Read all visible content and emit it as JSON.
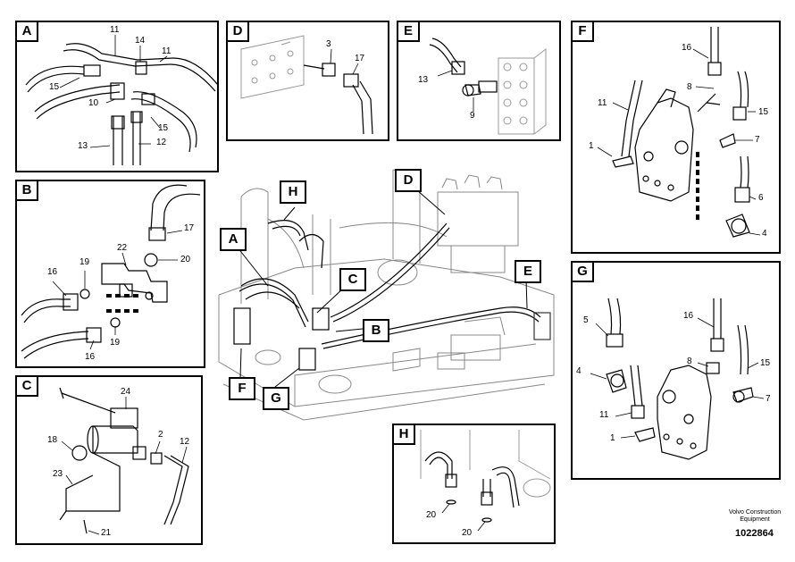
{
  "panels": {
    "A": {
      "tag": "A",
      "labels": [
        "11",
        "14",
        "11",
        "15",
        "10",
        "15",
        "13",
        "12"
      ]
    },
    "B": {
      "tag": "B",
      "labels": [
        "17",
        "22",
        "20",
        "16",
        "19",
        "19",
        "16"
      ]
    },
    "C": {
      "tag": "C",
      "labels": [
        "24",
        "18",
        "2",
        "12",
        "23",
        "21"
      ]
    },
    "D": {
      "tag": "D",
      "labels": [
        "3",
        "17"
      ]
    },
    "E": {
      "tag": "E",
      "labels": [
        "13",
        "9"
      ]
    },
    "F": {
      "tag": "F",
      "labels": [
        "16",
        "8",
        "11",
        "15",
        "1",
        "7",
        "6",
        "4"
      ]
    },
    "G": {
      "tag": "G",
      "labels": [
        "5",
        "16",
        "8",
        "15",
        "4",
        "7",
        "11",
        "1"
      ]
    },
    "H": {
      "tag": "H",
      "labels": [
        "20",
        "20"
      ]
    }
  },
  "callouts": [
    "H",
    "D",
    "A",
    "C",
    "B",
    "E",
    "F",
    "G"
  ],
  "footer": {
    "line1": "Volvo Construction",
    "line2": "Equipment",
    "doc_number": "1022864"
  }
}
